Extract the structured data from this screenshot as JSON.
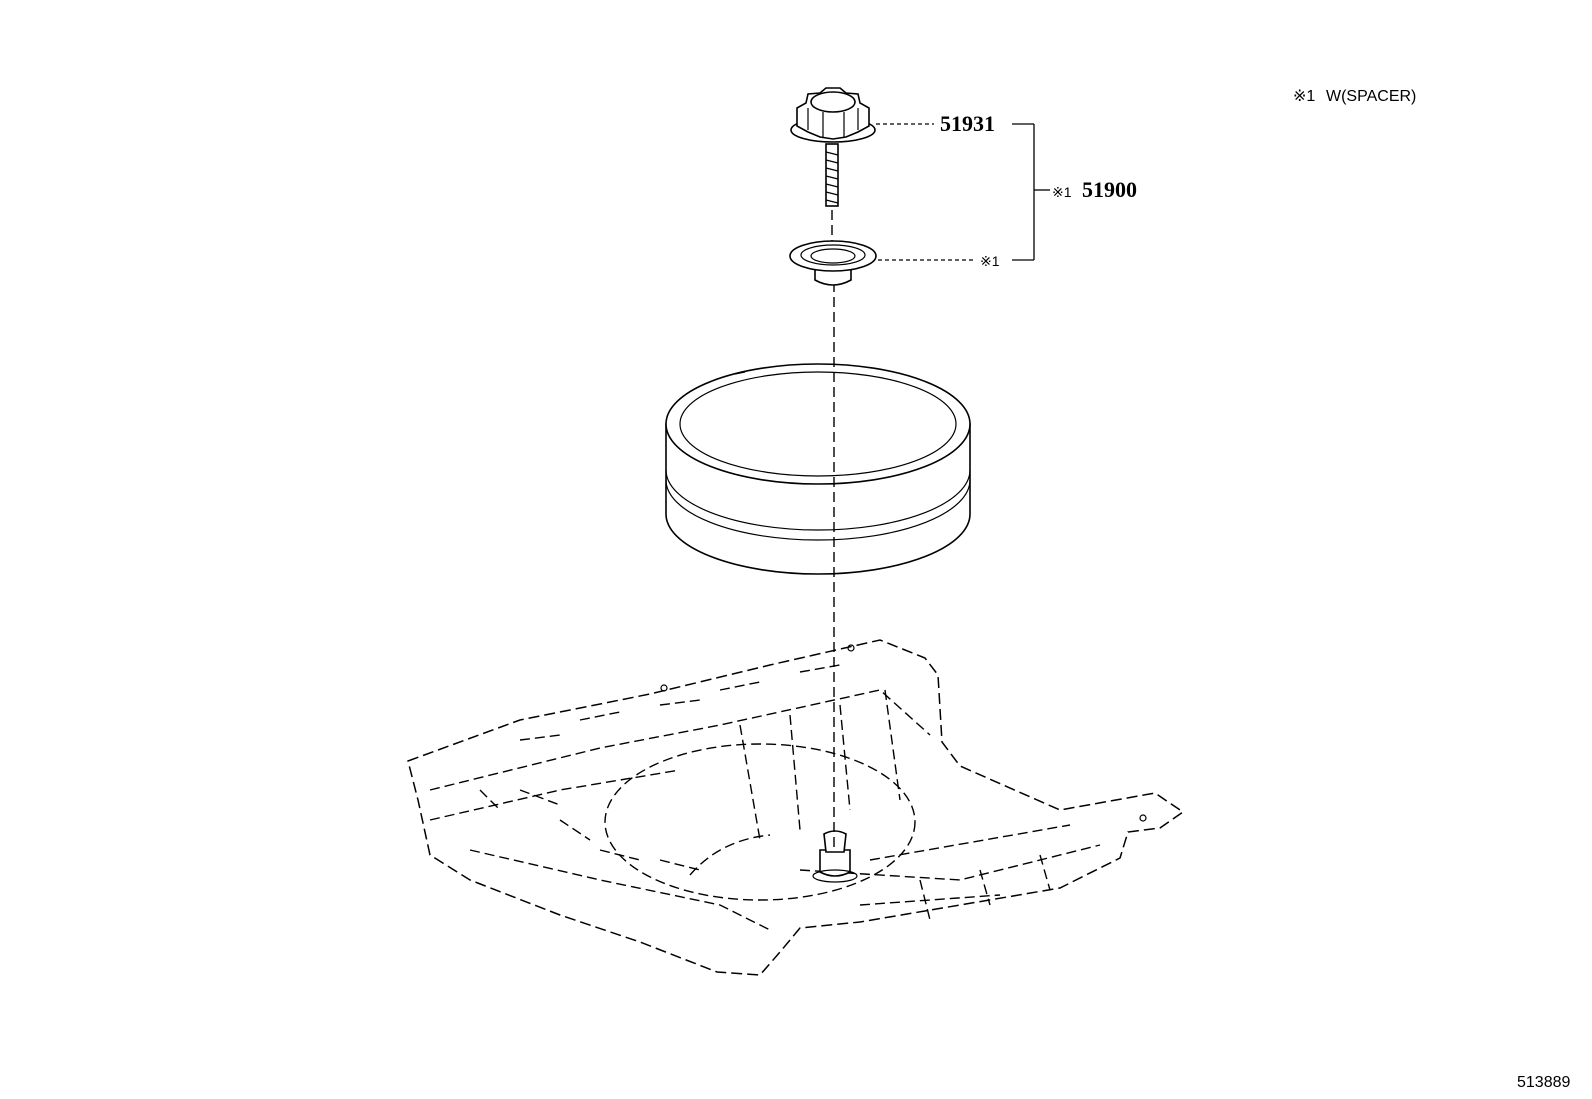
{
  "legend": {
    "note_mark": "※1",
    "note_text": "W(SPACER)"
  },
  "callouts": {
    "knob_part": "51931",
    "assembly_mark": "※1",
    "assembly_part": "51900",
    "spacer_mark": "※1"
  },
  "illustration_id": "513889",
  "icons": {
    "knob": "hold-down-knob-icon",
    "spacer": "spacer-washer-icon",
    "tire": "spare-tire-icon",
    "floor": "rear-floor-pan-icon"
  }
}
